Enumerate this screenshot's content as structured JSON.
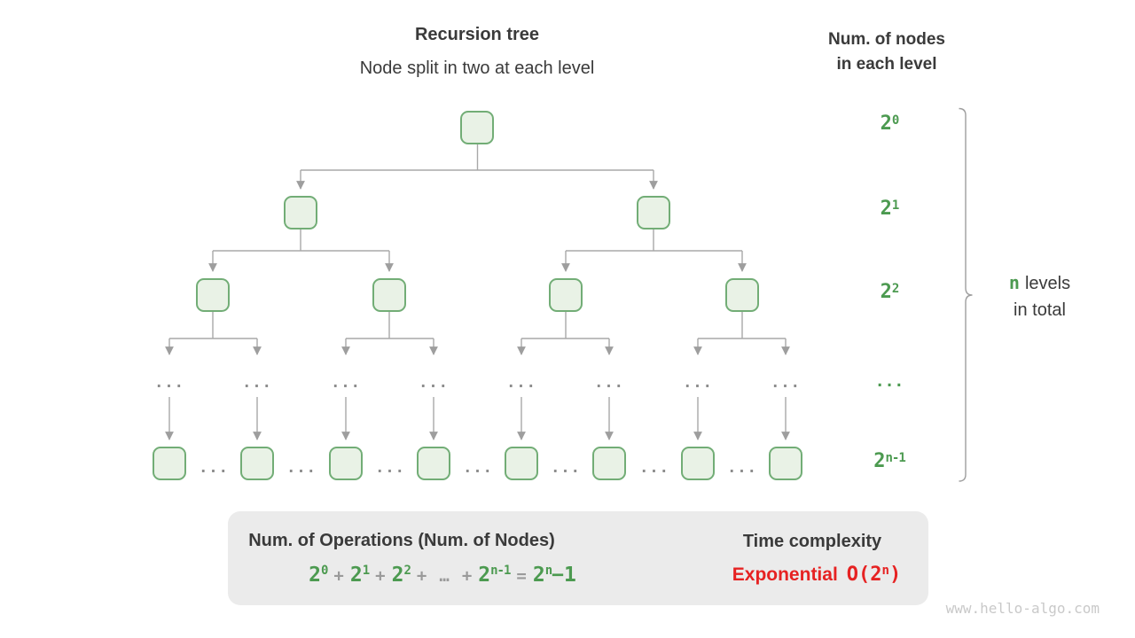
{
  "header": {
    "title": "Recursion tree",
    "subtitle": "Node split in two at each level"
  },
  "right_header": {
    "line1": "Num. of nodes",
    "line2": "in each level"
  },
  "level_labels": [
    {
      "base": "2",
      "sup": "0"
    },
    {
      "base": "2",
      "sup": "1"
    },
    {
      "base": "2",
      "sup": "2"
    },
    {
      "base": "...",
      "sup": ""
    },
    {
      "base": "2",
      "sup": "n-1"
    }
  ],
  "brace_label": {
    "n": "n",
    "rest": "levels",
    "line2": "in total"
  },
  "ellipsis": "...",
  "summary": {
    "operations_title": "Num. of Operations (Num. of Nodes)",
    "formula": {
      "t1b": "2",
      "t1s": "0",
      "p1": "+",
      "t2b": "2",
      "t2s": "1",
      "p2": "+",
      "t3b": "2",
      "t3s": "2",
      "p3": "+",
      "dots": "…",
      "p4": "+",
      "t4b": "2",
      "t4s": "n-1",
      "eq": "=",
      "t5b": "2",
      "t5s": "n",
      "tail": "−1"
    },
    "time_title": "Time complexity",
    "complexity_word": "Exponential",
    "big_o": {
      "prefix": "O(2",
      "sup": "n",
      "suffix": ")"
    }
  },
  "watermark": "www.hello-algo.com",
  "colors": {
    "green": "#4c9a50",
    "red": "#e62222",
    "dark": "#3b3b3b",
    "line": "#a8a8a8",
    "node-fill": "#e9f2e6",
    "node-border": "#72ad76",
    "box-bg": "#ebebeb",
    "dots": "#8c8c8c",
    "watermark-color": "#c9c9c9",
    "arrow-fill": "#bbbbbb"
  }
}
